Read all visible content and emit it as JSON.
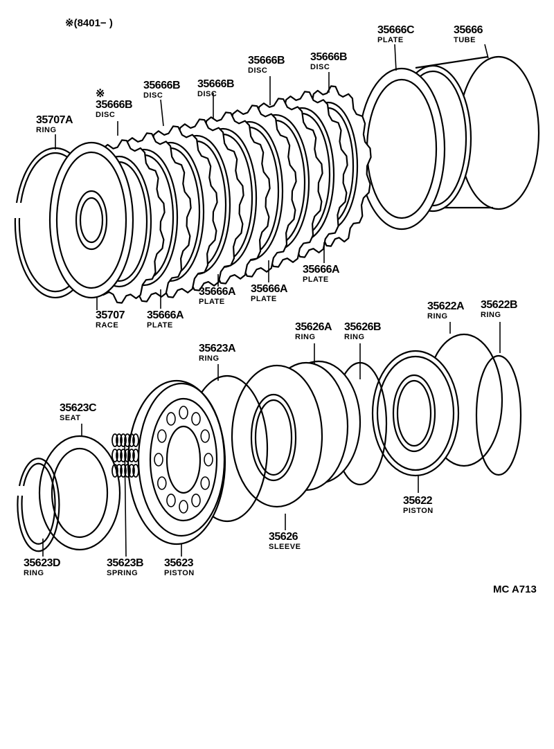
{
  "header_note": "※(8401−        )",
  "footer_code": "MC  A713",
  "callouts": [
    {
      "number": "35666C",
      "name": "PLATE"
    },
    {
      "number": "35666",
      "name": "TUBE"
    },
    {
      "number": "35666B",
      "name": "DISC"
    },
    {
      "number": "35666B",
      "name": "DISC"
    },
    {
      "number": "35666B",
      "name": "DISC"
    },
    {
      "number": "35666B",
      "name": "DISC"
    },
    {
      "mark": "※",
      "number": "35666B",
      "name": "DISC"
    },
    {
      "number": "35707A",
      "name": "RING"
    },
    {
      "number": "35707",
      "name": "RACE"
    },
    {
      "number": "35666A",
      "name": "PLATE"
    },
    {
      "number": "35666A",
      "name": "PLATE"
    },
    {
      "number": "35666A",
      "name": "PLATE"
    },
    {
      "number": "35666A",
      "name": "PLATE"
    },
    {
      "number": "35622A",
      "name": "RING"
    },
    {
      "number": "35622B",
      "name": "RING"
    },
    {
      "number": "35626A",
      "name": "RING"
    },
    {
      "number": "35626B",
      "name": "RING"
    },
    {
      "number": "35623A",
      "name": "RING"
    },
    {
      "number": "35623C",
      "name": "SEAT"
    },
    {
      "number": "35623D",
      "name": "RING"
    },
    {
      "number": "35623B",
      "name": "SPRING"
    },
    {
      "number": "35623",
      "name": "PISTON"
    },
    {
      "number": "35626",
      "name": "SLEEVE"
    },
    {
      "number": "35622",
      "name": "PISTON"
    }
  ]
}
